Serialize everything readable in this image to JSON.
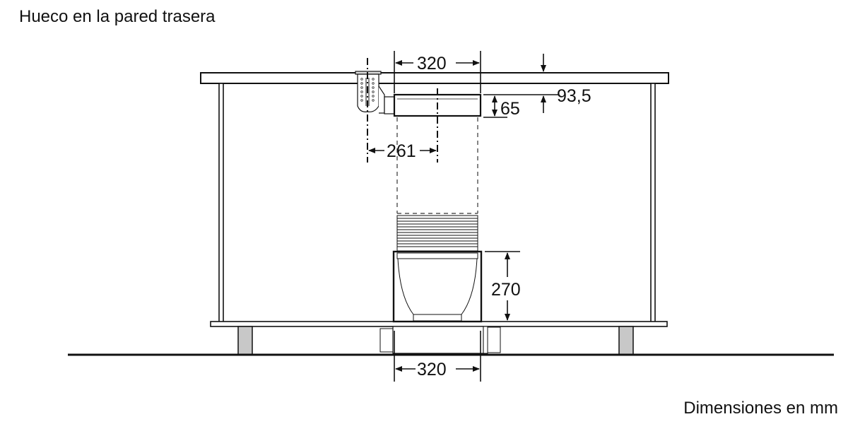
{
  "title": "Hueco en la pared trasera",
  "units_note": "Dimensiones en mm",
  "dimensions": {
    "top_width": "320",
    "duct_height": "65",
    "top_offset": "93,5",
    "axis_distance": "261",
    "motor_height": "270",
    "bottom_width": "320"
  },
  "colors": {
    "line": "#111111",
    "foot_fill": "#c8c8c8",
    "background": "#ffffff"
  }
}
